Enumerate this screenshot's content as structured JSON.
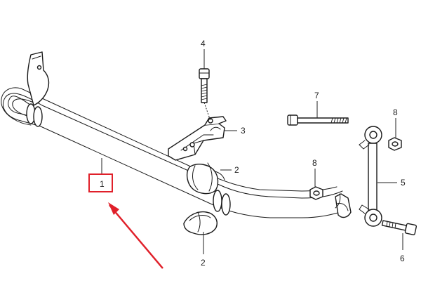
{
  "diagram": {
    "labels": {
      "item_1": "1",
      "item_2a": "2",
      "item_2b": "2",
      "item_3": "3",
      "item_4": "4",
      "item_5": "5",
      "item_6": "6",
      "item_7": "7",
      "item_8a": "8",
      "item_8b": "8"
    },
    "highlight": {
      "box_color": "#e0202a",
      "arrow_color": "#e0202a",
      "highlighted_item": "1"
    }
  }
}
